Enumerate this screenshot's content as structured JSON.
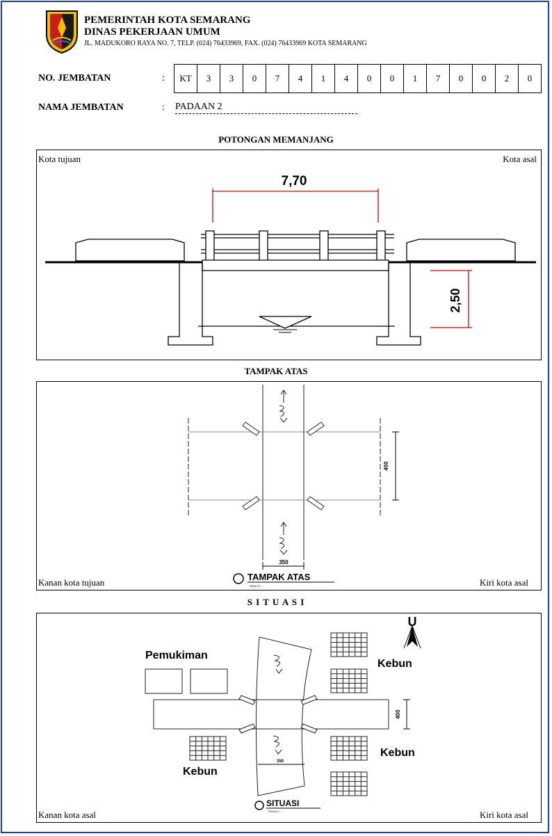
{
  "header": {
    "line1": "PEMERINTAH KOTA SEMARANG",
    "line2": "DINAS PEKERJAAN UMUM",
    "address": "JL. MADUKORO RAYA NO. 7, TELP. (024) 76433969, FAX. (024) 76433969 KOTA SEMARANG",
    "logo_icon": "city-crest-icon"
  },
  "bridge": {
    "no_label": "NO. JEMBATAN",
    "no_colon": ":",
    "code": [
      "KT",
      "3",
      "3",
      "0",
      "7",
      "4",
      "1",
      "4",
      "0",
      "0",
      "1",
      "7",
      "0",
      "0",
      "2",
      "0"
    ],
    "name_label": "NAMA JEMBATAN",
    "name_colon": ":",
    "name": "PADAAN 2"
  },
  "section1": {
    "title": "POTONGAN MEMANJANG",
    "left_caption": "Kota tujuan",
    "right_caption": "Kota asal",
    "span_dim": "7,70",
    "height_dim": "2,50"
  },
  "section2": {
    "title": "TAMPAK ATAS",
    "left_caption": "Kanan kota tujuan",
    "right_caption": "Kiri kota asal",
    "width_dim": "350",
    "length_dim": "400",
    "drawing_label": "TAMPAK ATAS",
    "scale_label": "SKALA 1 : -"
  },
  "section3": {
    "title": "S I T U A S I",
    "left_caption": "Kanan kota asal",
    "right_caption": "Kiri kota asal",
    "north": "U",
    "label_pemukiman": "Pemukiman",
    "label_kebun_tr": "Kebun",
    "label_kebun_br": "Kebun",
    "label_kebun_bl": "Kebun",
    "width_dim": "350",
    "length_dim": "400",
    "drawing_label": "SITUASI",
    "scale_label": "SKALA 1 : -"
  },
  "colors": {
    "frame": "#1f3fa8",
    "dimension": "#d40000"
  }
}
